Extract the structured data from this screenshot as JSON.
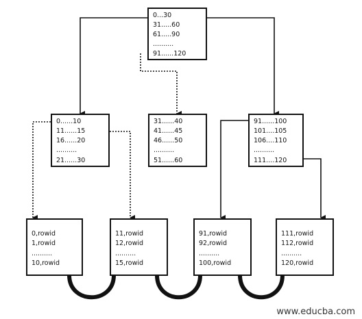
{
  "root": {
    "lines": [
      "0...30",
      "31.....60",
      "61.....90",
      "..........",
      "91......120"
    ]
  },
  "level1": [
    {
      "lines": [
        "0......10",
        "11......15",
        "16......20",
        "..........",
        "21......30"
      ]
    },
    {
      "lines": [
        "31......40",
        "41......45",
        "46......50",
        "..........",
        "51......60"
      ]
    },
    {
      "lines": [
        "91......100",
        "101....105",
        "106....110",
        "..........",
        "111....120"
      ]
    }
  ],
  "leaves": [
    {
      "lines": [
        "0,rowid",
        "1,rowid",
        "..........",
        "10,rowid"
      ]
    },
    {
      "lines": [
        "11,rowid",
        "12,rowid",
        "..........",
        "15,rowid"
      ]
    },
    {
      "lines": [
        "91,rowid",
        "92,rowid",
        "..........",
        "100,rowid"
      ]
    },
    {
      "lines": [
        "111,rowid",
        "112,rowid",
        "..........",
        "120,rowid"
      ]
    }
  ],
  "watermark": "www.educba.com",
  "colors": {
    "ink": "#111111",
    "background": "#ffffff"
  }
}
